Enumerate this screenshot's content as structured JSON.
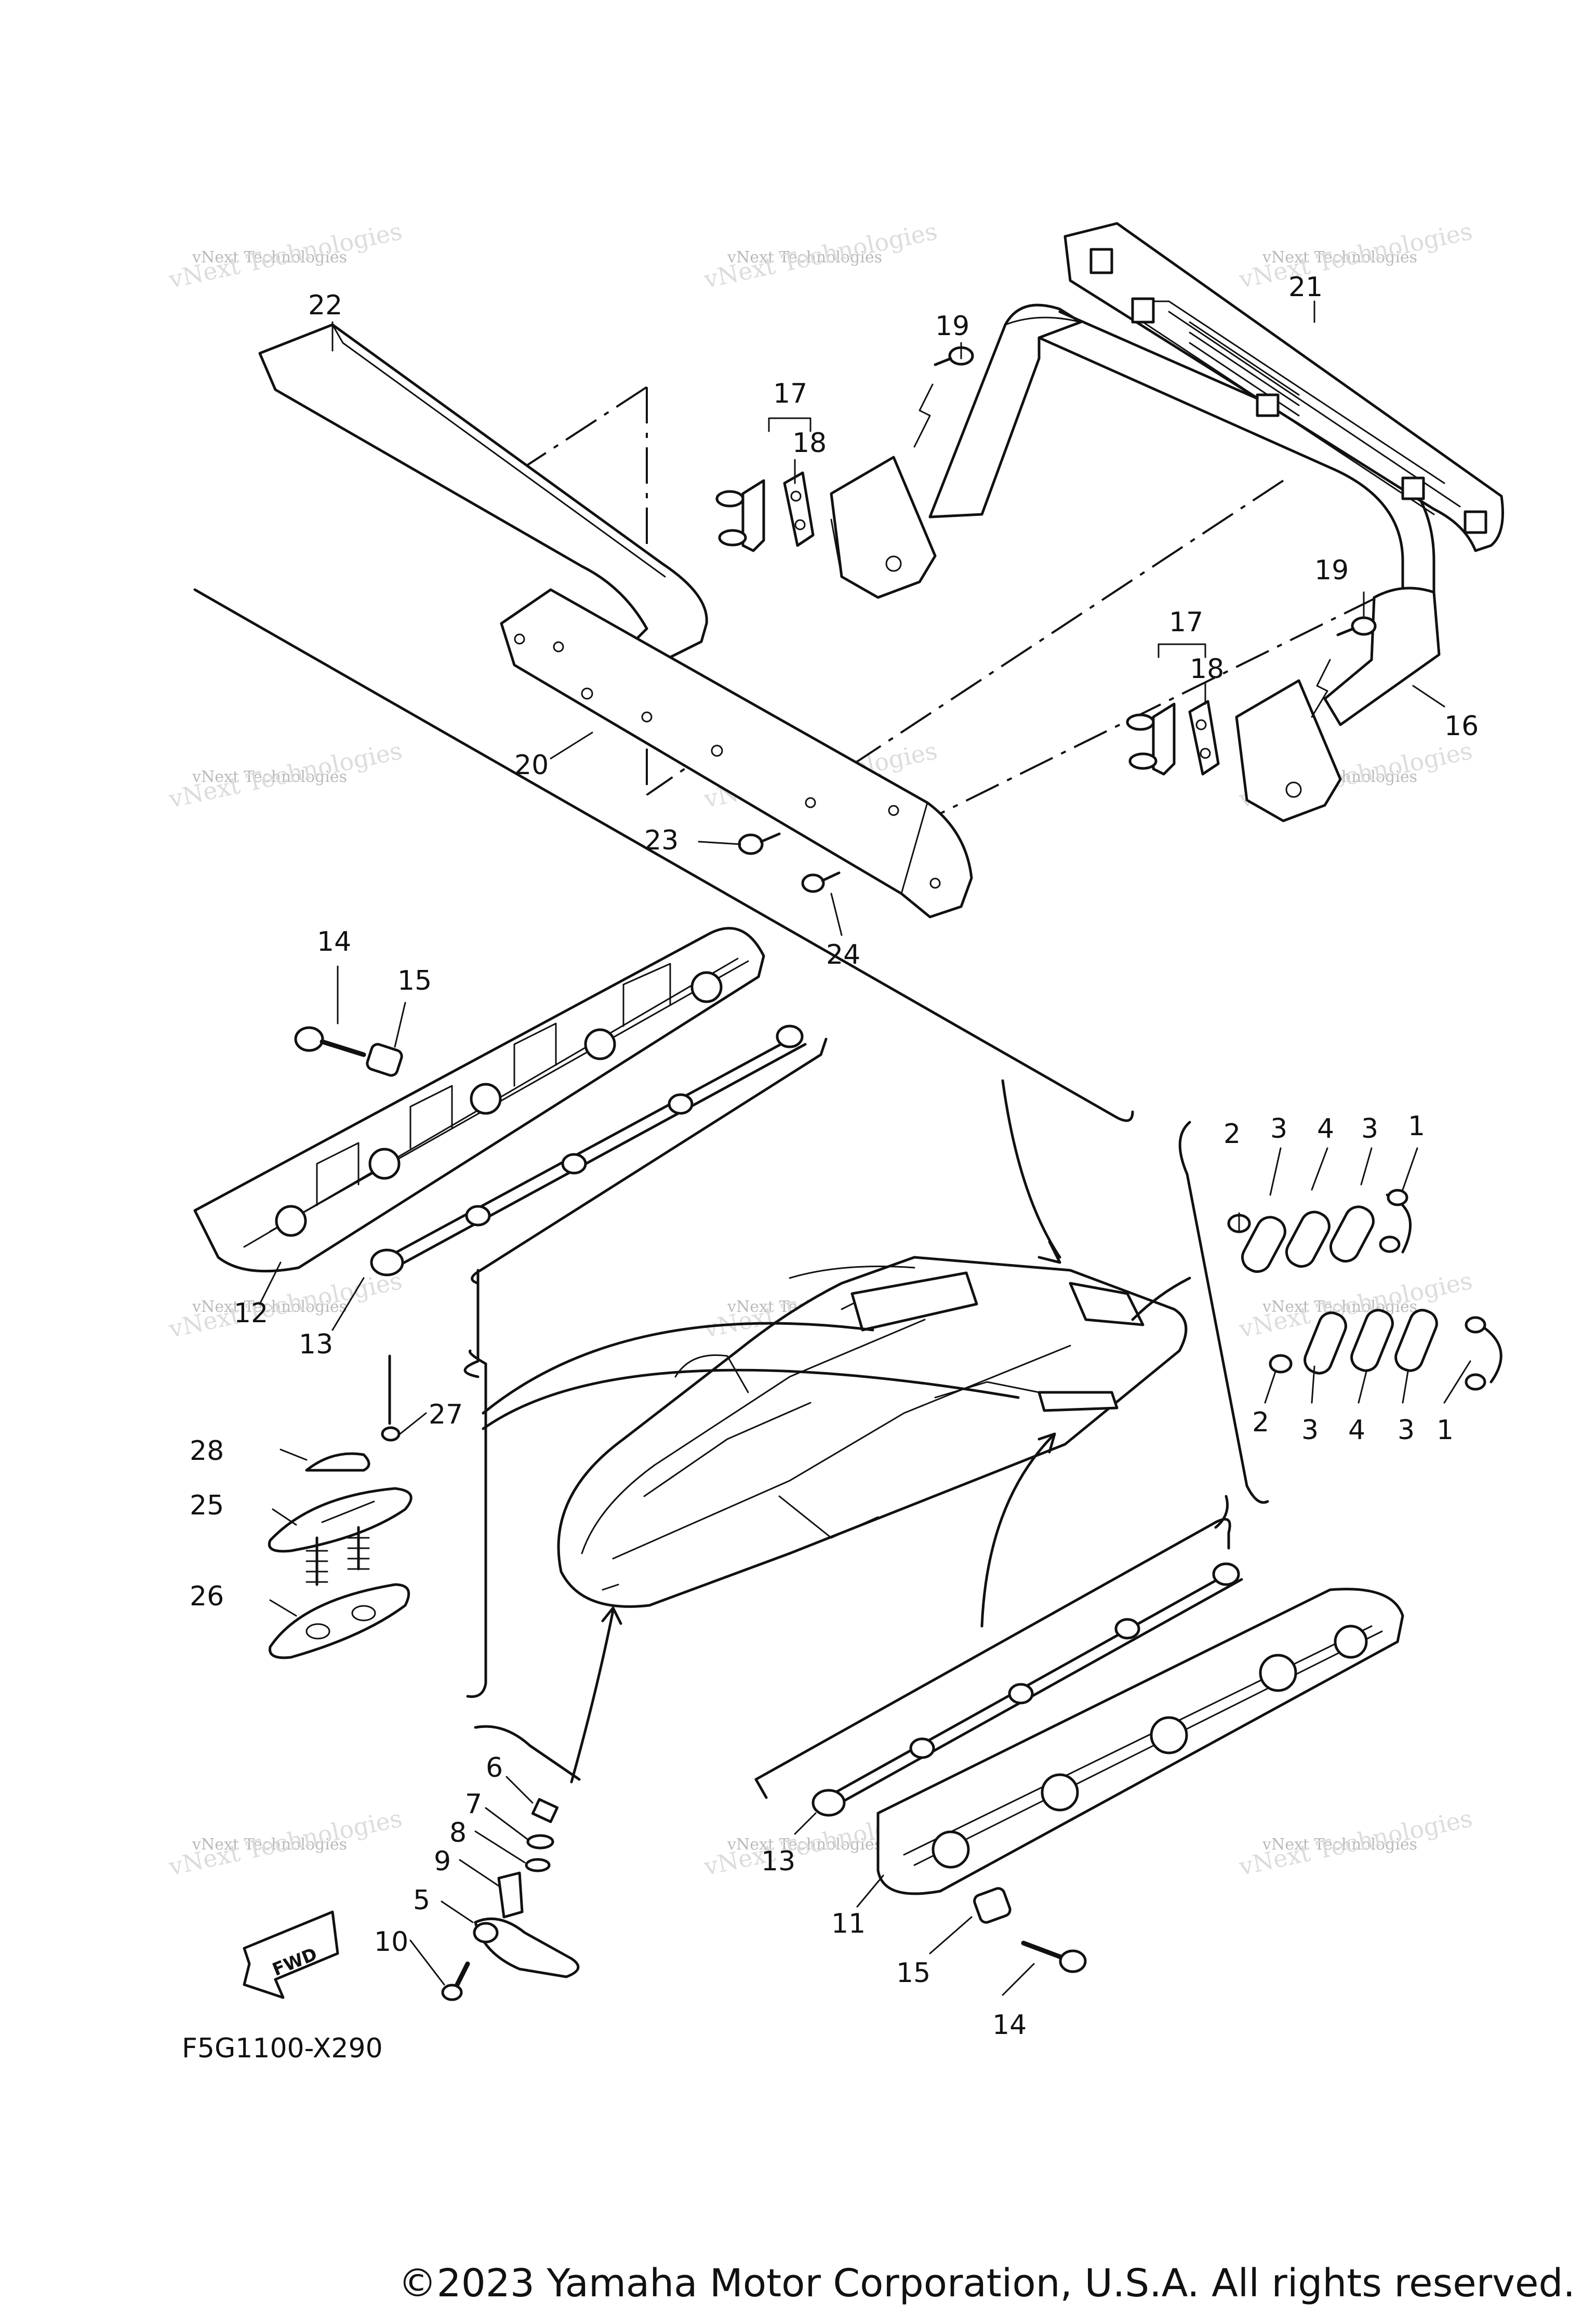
{
  "diagram": {
    "code": "F5G1100-X290",
    "fwd_label": "FWD",
    "watermark": {
      "line1": "vNext Technologies",
      "line2": "vNext Technologies"
    },
    "callouts": [
      {
        "id": "c22a",
        "label": "22"
      },
      {
        "id": "c19a",
        "label": "19"
      },
      {
        "id": "c21",
        "label": "21"
      },
      {
        "id": "c17a",
        "label": "17"
      },
      {
        "id": "c18a",
        "label": "18"
      },
      {
        "id": "c19b",
        "label": "19"
      },
      {
        "id": "c17b",
        "label": "17"
      },
      {
        "id": "c18b",
        "label": "18"
      },
      {
        "id": "c16",
        "label": "16"
      },
      {
        "id": "c20",
        "label": "20"
      },
      {
        "id": "c23",
        "label": "23"
      },
      {
        "id": "c24",
        "label": "24"
      },
      {
        "id": "c14a",
        "label": "14"
      },
      {
        "id": "c15a",
        "label": "15"
      },
      {
        "id": "c12",
        "label": "12"
      },
      {
        "id": "c13a",
        "label": "13"
      },
      {
        "id": "c2a",
        "label": "2"
      },
      {
        "id": "c3a",
        "label": "3"
      },
      {
        "id": "c4a",
        "label": "4"
      },
      {
        "id": "c3b",
        "label": "3"
      },
      {
        "id": "c1a",
        "label": "1"
      },
      {
        "id": "c2b",
        "label": "2"
      },
      {
        "id": "c3c",
        "label": "3"
      },
      {
        "id": "c4b",
        "label": "4"
      },
      {
        "id": "c3d",
        "label": "3"
      },
      {
        "id": "c1b",
        "label": "1"
      },
      {
        "id": "c27",
        "label": "27"
      },
      {
        "id": "c28",
        "label": "28"
      },
      {
        "id": "c25",
        "label": "25"
      },
      {
        "id": "c26",
        "label": "26"
      },
      {
        "id": "c6",
        "label": "6"
      },
      {
        "id": "c7",
        "label": "7"
      },
      {
        "id": "c8",
        "label": "8"
      },
      {
        "id": "c9",
        "label": "9"
      },
      {
        "id": "c5",
        "label": "5"
      },
      {
        "id": "c10",
        "label": "10"
      },
      {
        "id": "c13b",
        "label": "13"
      },
      {
        "id": "c11",
        "label": "11"
      },
      {
        "id": "c15b",
        "label": "15"
      },
      {
        "id": "c14b",
        "label": "14"
      }
    ]
  },
  "copyright": "©2023 Yamaha Motor Corporation, U.S.A. All rights reserved."
}
